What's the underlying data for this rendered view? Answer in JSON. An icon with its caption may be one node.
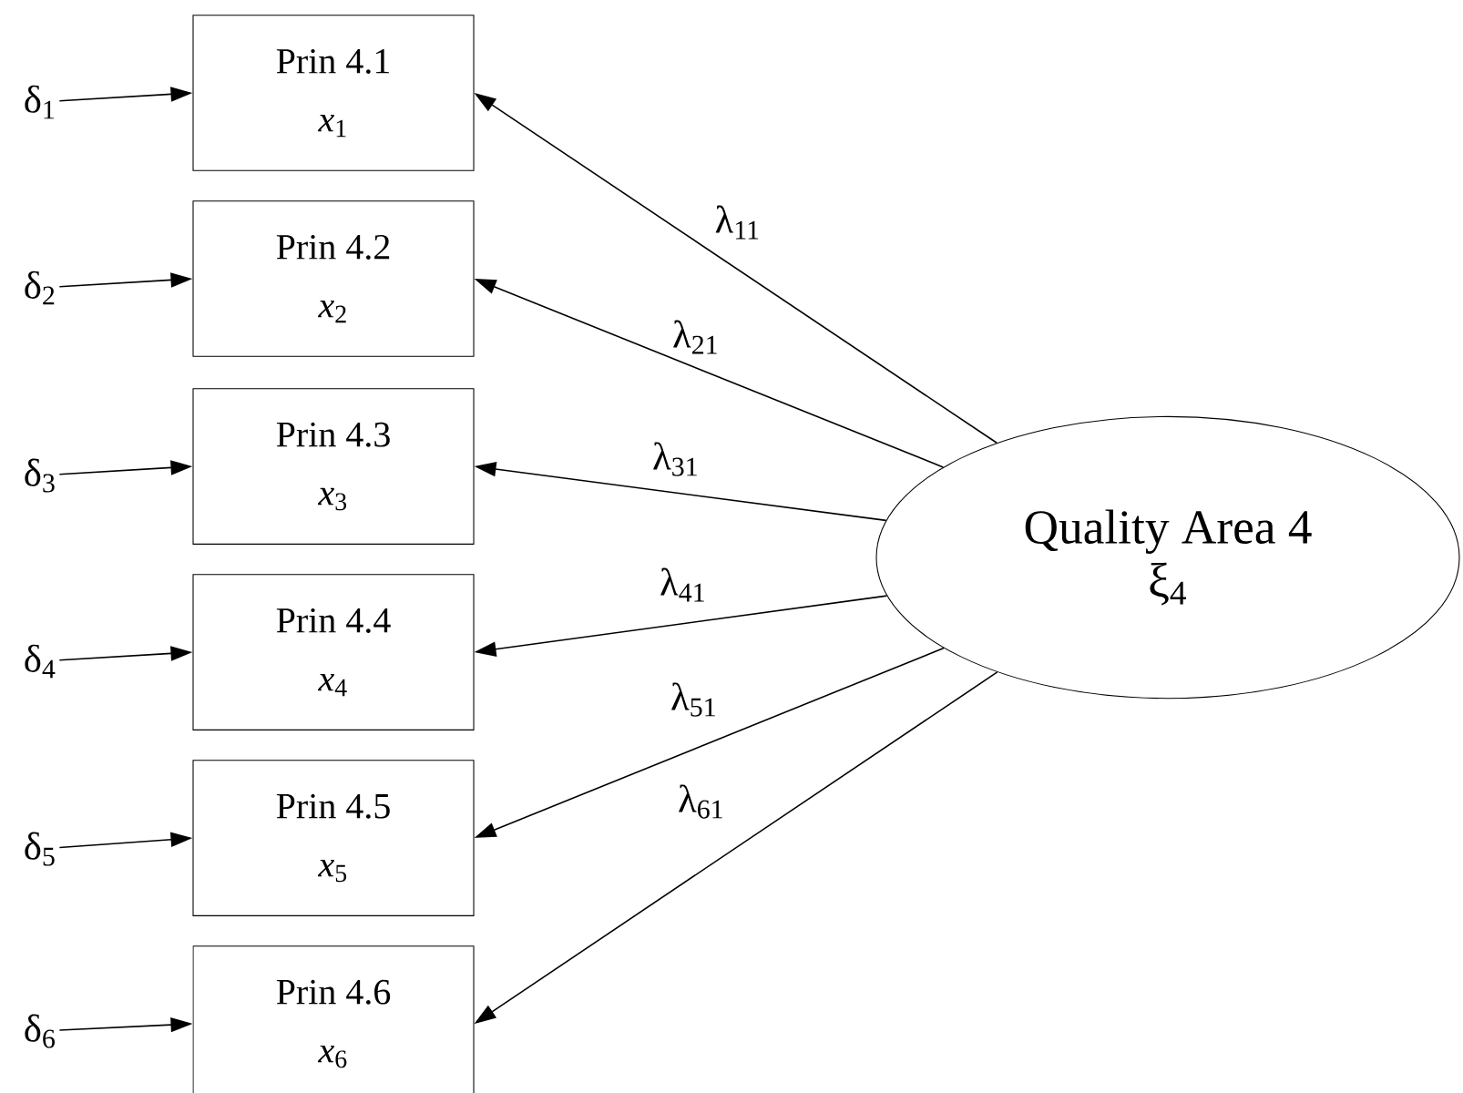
{
  "diagram": {
    "nodes": [
      {
        "text": [
          "Prin 4.1",
          "*x*$_{1}$"
        ]
      },
      {
        "text": [
          "Prin 4.2",
          "*x*$_{2}$"
        ]
      },
      {
        "text": [
          "Prin 4.3",
          "*x*$_{3}$"
        ]
      },
      {
        "text": [
          "Prin 4.4",
          "*x*$_{4}$"
        ]
      },
      {
        "text": [
          "Prin 4.5",
          "*x*$_{5}$"
        ]
      },
      {
        "text": [
          "Prin 4.6",
          "*x*$_{6}$"
        ]
      },
      {
        "text": [
          "Quality Area 4",
          "ξ$_{4}$"
        ]
      },
      {
        "text": [
          "δ$_{1}$"
        ]
      },
      {
        "text": [
          "δ$_{2}$"
        ]
      },
      {
        "text": [
          "δ$_{3}$"
        ]
      },
      {
        "text": [
          "δ$_{4}$"
        ]
      },
      {
        "text": [
          "δ$_{5}$"
        ]
      },
      {
        "text": [
          "δ$_{6}$"
        ]
      }
    ],
    "edges": [
      {
        "from": 7,
        "to": 0,
        "arrow": "to"
      },
      {
        "from": 8,
        "to": 1,
        "arrow": "to"
      },
      {
        "from": 9,
        "to": 2,
        "arrow": "to"
      },
      {
        "from": 10,
        "to": 3,
        "arrow": "to"
      },
      {
        "from": 11,
        "to": 4,
        "arrow": "to"
      },
      {
        "from": 12,
        "to": 5,
        "arrow": "to"
      },
      {
        "from": 6,
        "to": 0,
        "arrow": "to",
        "label": "λ$_{11}$"
      },
      {
        "from": 6,
        "to": 1,
        "arrow": "to",
        "label": "λ$_{21}$"
      },
      {
        "from": 6,
        "to": 2,
        "arrow": "to",
        "label": "λ$_{31}$"
      },
      {
        "from": 6,
        "to": 3,
        "arrow": "to",
        "label": "λ$_{41}$"
      },
      {
        "from": 6,
        "to": 4,
        "arrow": "to",
        "label": "λ$_{51}$"
      },
      {
        "from": 6,
        "to": 5,
        "arrow": "to",
        "label": "λ$_{61}$"
      }
    ]
  }
}
